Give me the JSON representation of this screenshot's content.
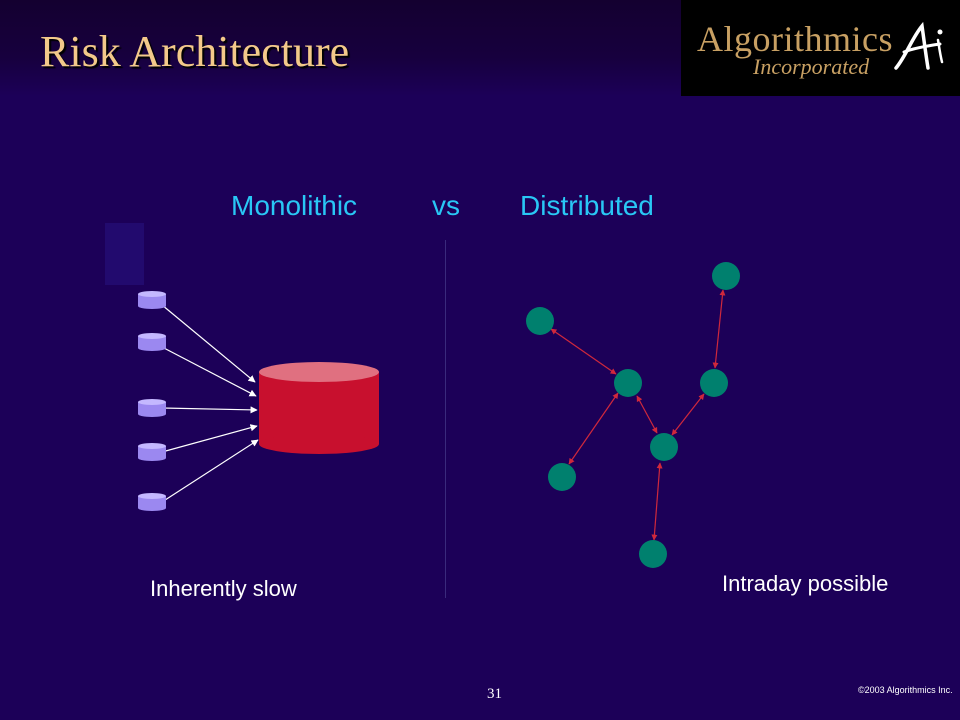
{
  "slide": {
    "title": "Risk Architecture",
    "page_number": "31",
    "copyright": "©2003 Algorithmics Inc."
  },
  "logo": {
    "name": "Algorithmics",
    "sub": "Incorporated"
  },
  "comparison": {
    "left_label": "Monolithic",
    "middle_label": "vs",
    "right_label": "Distributed",
    "left_caption": "Inherently slow",
    "right_caption": "Intraday possible"
  },
  "colors": {
    "background": "#1c0058",
    "title": "#f3c98a",
    "heading": "#29c7f5",
    "small_db": "#9b88f0",
    "big_db": "#c8102e",
    "node": "#00806e",
    "node_link": "#d0283c"
  }
}
